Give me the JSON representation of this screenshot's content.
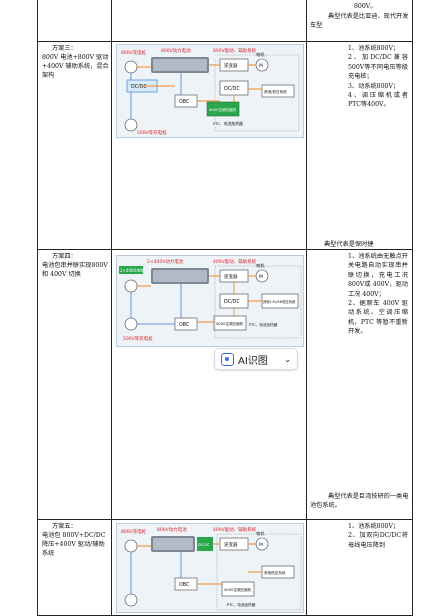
{
  "row0": {
    "lines": [
      "800V。",
      "典型代表是比亚迪、现代开发车型"
    ]
  },
  "row1": {
    "label_title": "方案三：",
    "label_body": "800V 电池+800V 驱动+400V 辅助系统，混合架构",
    "right_items": [
      "1、池系统800V；",
      "2、加DC/DC兼容500V等不同电压等级充电桩；",
      "3、动系统800V；",
      "4、调压缩机或者PTC等400V。"
    ],
    "conclusion": "典型代表是保时捷",
    "figure": {
      "label_top_left": "800V动力电池",
      "label_top_right": "800V驱动、辅助系统",
      "label_left": "800V充电桩",
      "label_bottom": "500V等充电桩",
      "box_motor_ctrl": "逆变器",
      "box_motor": "电机",
      "box_dcdc": "DC/DC",
      "box_obc": "OBC",
      "box_aux": "其他/低压系统",
      "box_green": "400V空调压缩机",
      "box_ptc": "PTC、电池加热器",
      "box_dcdc_left": "DC/DC"
    }
  },
  "row2": {
    "label_title": "方案四：",
    "label_body": "电池包串并联实现800V 和 400V 切换",
    "right_items": [
      "1、池系统由无触点开关电路自动实现串并联切换，充电工况 800V或 400V，驱动工况 400V；",
      "2、据原车 400V 驱动系统、空调压缩机、PTC 等暂不重新开发。"
    ],
    "conclusion": "典型代表是巨湾技研的一类电池包系统。",
    "figure": {
      "label_top_left": "2×400V动力电池",
      "label_top_right": "400V驱动、辅助系统",
      "label_left_tag": "2×400V串联",
      "label_bottom": "500V等充电桩",
      "box_motor_ctrl": "逆变器",
      "box_motor": "电机",
      "box_dcdc": "DC/DC",
      "box_obc": "OBC",
      "box_aux": "其他12V/48低压系统",
      "box_ac": "400V空调压缩机",
      "box_ptc": "PTC、电池加热器"
    }
  },
  "row3": {
    "label_title": "方案五：",
    "label_body": "电池包 800V+DC/DC 降压+400V 驱动/辅助系统",
    "right_items": [
      "1、池系统800V；",
      "2、加双向DC/DC将母线电压降到"
    ],
    "figure": {
      "label_top_left": "800V动力电池",
      "label_top_right": "400V驱动、辅助系统",
      "label_left": "800V充电桩",
      "box_motor_ctrl": "逆变器",
      "box_motor": "电机",
      "box_dcdc": "DC/DC",
      "box_obc": "OBC",
      "box_aux": "其他低压系统",
      "box_ac": "400V空调压缩机",
      "box_ptc": "PTC、电池加热器"
    }
  },
  "ai_pill": {
    "label": "AI识图"
  },
  "colors": {
    "accent_red": "#d9242a",
    "accent_orange": "#f08a1c",
    "accent_green": "#2aa64a",
    "accent_blue": "#3d7fd8"
  }
}
